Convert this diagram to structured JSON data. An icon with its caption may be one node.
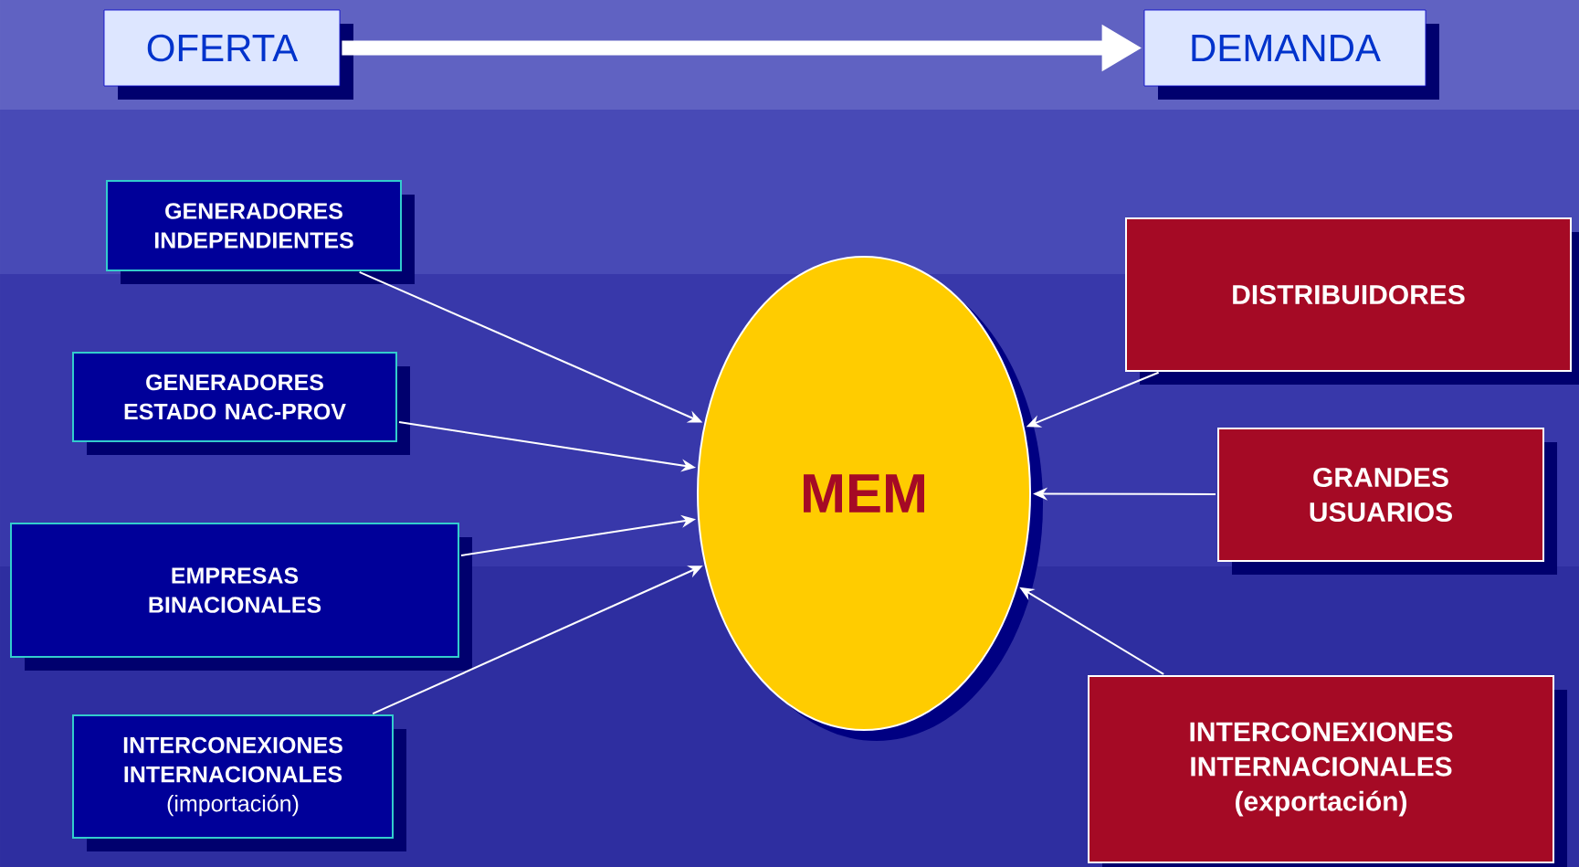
{
  "diagram": {
    "nodes": [
      {
        "text": [
          "OFERTA"
        ]
      },
      {
        "text": [
          "DEMANDA"
        ]
      },
      {
        "text": [
          "GENERADORES INDEPENDIENTES"
        ]
      },
      {
        "text": [
          "GENERADORES ESTADO NAC-PROV"
        ]
      },
      {
        "text": [
          "EMPRESAS BINACIONALES"
        ]
      },
      {
        "text": [
          "INTERCONEXIONES INTERNACIONALES",
          "(importación)"
        ]
      },
      {
        "text": [
          "MEM"
        ]
      },
      {
        "text": [
          "DISTRIBUIDORES"
        ]
      },
      {
        "text": [
          "GRANDES USUARIOS"
        ]
      },
      {
        "text": [
          "INTERCONEXIONES INTERNACIONALES",
          "(**exportación**)"
        ]
      }
    ],
    "edges": [
      {
        "from": 0,
        "to": 1,
        "arrow": "to",
        "style": "thick"
      },
      {
        "from": 2,
        "to": 6,
        "arrow": "to"
      },
      {
        "from": 3,
        "to": 6,
        "arrow": "to"
      },
      {
        "from": 4,
        "to": 6,
        "arrow": "to"
      },
      {
        "from": 5,
        "to": 6,
        "arrow": "to"
      },
      {
        "from": 7,
        "to": 6,
        "arrow": "to"
      },
      {
        "from": 8,
        "to": 6,
        "arrow": "to"
      },
      {
        "from": 9,
        "to": 6,
        "arrow": "to"
      }
    ]
  }
}
